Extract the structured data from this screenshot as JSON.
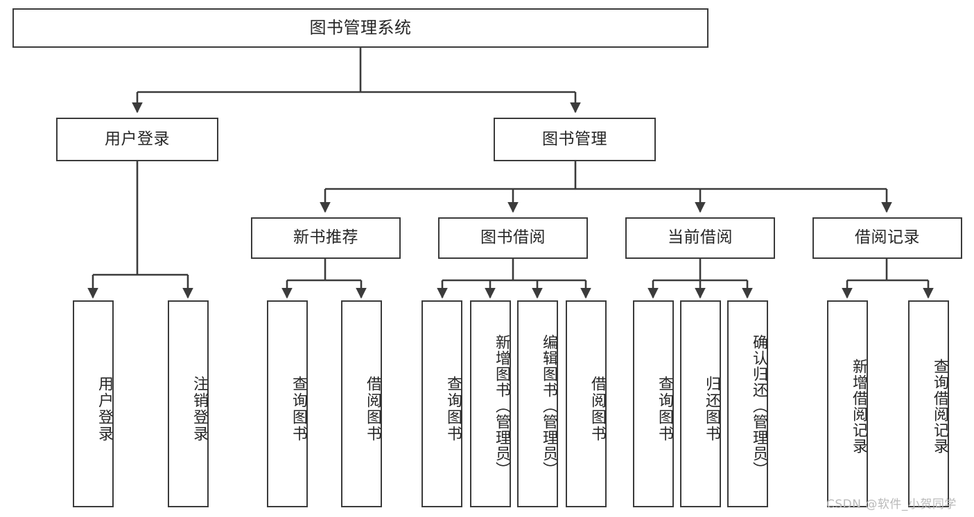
{
  "diagram": {
    "title": "图书管理系统",
    "type": "功能结构图",
    "root": {
      "label": "图书管理系统"
    },
    "level2": [
      {
        "label": "用户登录"
      },
      {
        "label": "图书管理"
      }
    ],
    "level3": [
      {
        "label": "新书推荐"
      },
      {
        "label": "图书借阅"
      },
      {
        "label": "当前借阅"
      },
      {
        "label": "借阅记录"
      }
    ],
    "leaves": {
      "user_login": [
        {
          "label": "用户登录"
        },
        {
          "label": "注销登录"
        }
      ],
      "new_book_recommend": [
        {
          "label": "查询图书"
        },
        {
          "label": "借阅图书"
        }
      ],
      "book_borrow": [
        {
          "label": "查询图书"
        },
        {
          "label": "新增图书（管理员）"
        },
        {
          "label": "编辑图书（管理员）"
        },
        {
          "label": "借阅图书"
        }
      ],
      "current_borrow": [
        {
          "label": "查询图书"
        },
        {
          "label": "归还图书"
        },
        {
          "label": "确认归还（管理员）"
        }
      ],
      "borrow_record": [
        {
          "label": "新增借阅记录"
        },
        {
          "label": "查询借阅记录"
        }
      ]
    }
  },
  "watermark": {
    "text": "CSDN @软件_小贺同学"
  },
  "colors": {
    "stroke": "#3b3b3b",
    "text": "#262626",
    "background": "#ffffff",
    "watermark": "#b9b9b9"
  }
}
